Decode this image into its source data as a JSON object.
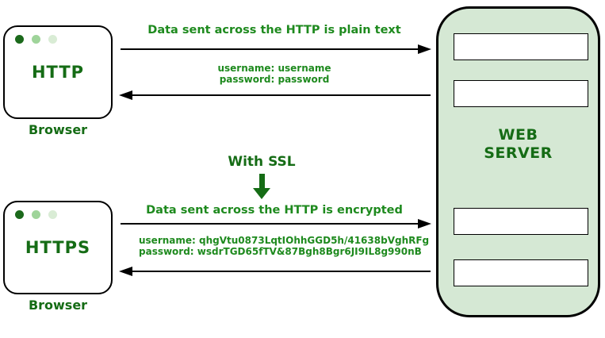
{
  "colors": {
    "label_green": "#156c15",
    "message_green": "#1e8a1e",
    "server_fill": "#d5e8d4",
    "dot_dark": "#1b691b",
    "dot_medium": "#9fd49a",
    "dot_light": "#d9ecd5",
    "arrow_black": "#000000"
  },
  "browser_http": {
    "label": "HTTP",
    "caption": "Browser"
  },
  "browser_https": {
    "label": "HTTPS",
    "caption": "Browser"
  },
  "http_flow": {
    "heading": "Data sent across the HTTP is plain text",
    "username": "username: username",
    "password": "password: password"
  },
  "ssl": {
    "label": "With SSL"
  },
  "https_flow": {
    "heading": "Data sent across the HTTP is encrypted",
    "username": "username: qhgVtu0873LqtIOhhGGD5h/41638bVghRFg",
    "password": "password: wsdrTGD65fTV&87Bgh8Bgr6JI9IL8g990nB"
  },
  "server": {
    "label": "WEB SERVER"
  }
}
